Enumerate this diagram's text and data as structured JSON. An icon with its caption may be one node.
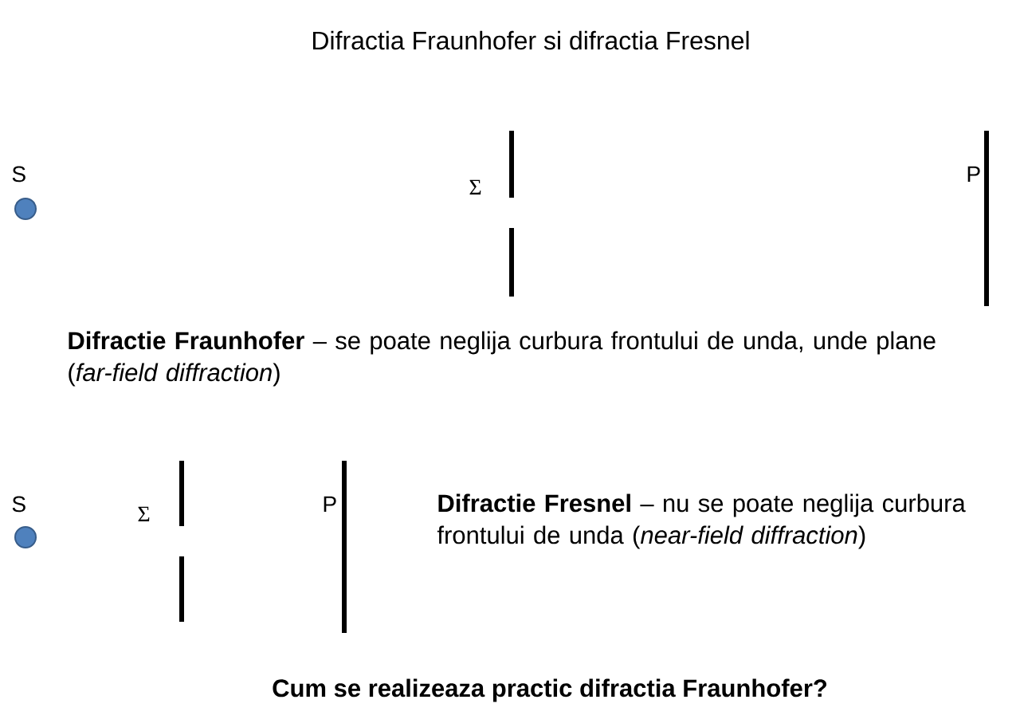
{
  "diagram": {
    "title": "Difractia Fraunhofer si difractia Fresnel",
    "labels": [
      "S",
      "Σ",
      "P",
      "**Difractie Fraunhofer** – se poate neglija curbura frontului de unda, unde plane (*far-field diffraction*)",
      "S",
      "Σ",
      "P",
      "**Difractie Fresnel** – nu se poate neglija curbura frontului de unda (*near-field diffraction*)",
      "Cum se realizeaza practic difractia Fraunhofer?"
    ]
  }
}
